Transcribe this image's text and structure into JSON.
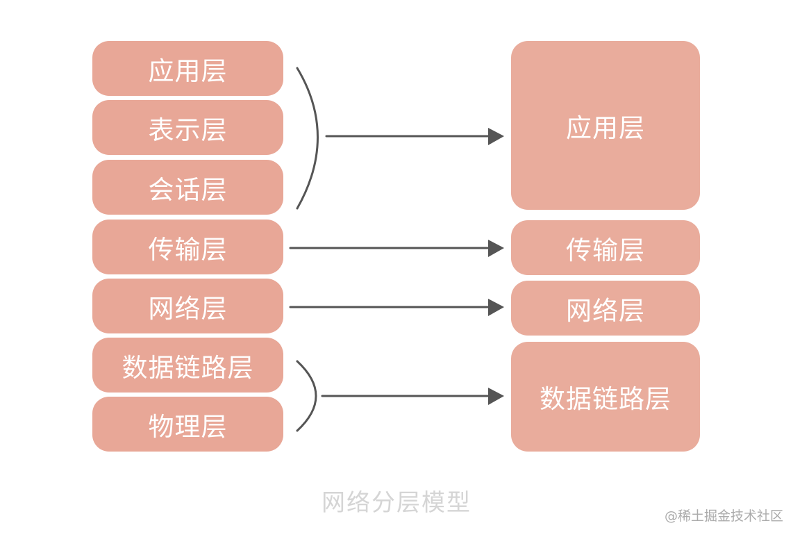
{
  "osi_layers": [
    {
      "label": "应用层"
    },
    {
      "label": "表示层"
    },
    {
      "label": "会话层"
    },
    {
      "label": "传输层"
    },
    {
      "label": "网络层"
    },
    {
      "label": "数据链路层"
    },
    {
      "label": "物理层"
    }
  ],
  "tcpip_layers": [
    {
      "label": "应用层"
    },
    {
      "label": "传输层"
    },
    {
      "label": "网络层"
    },
    {
      "label": "数据链路层"
    }
  ],
  "caption": "网络分层模型",
  "watermark": "@稀土掘金技术社区",
  "colors": {
    "box_fill": "#e8a797",
    "box_text": "#ffffff",
    "connector": "#555555",
    "caption": "#d5d5d5"
  }
}
